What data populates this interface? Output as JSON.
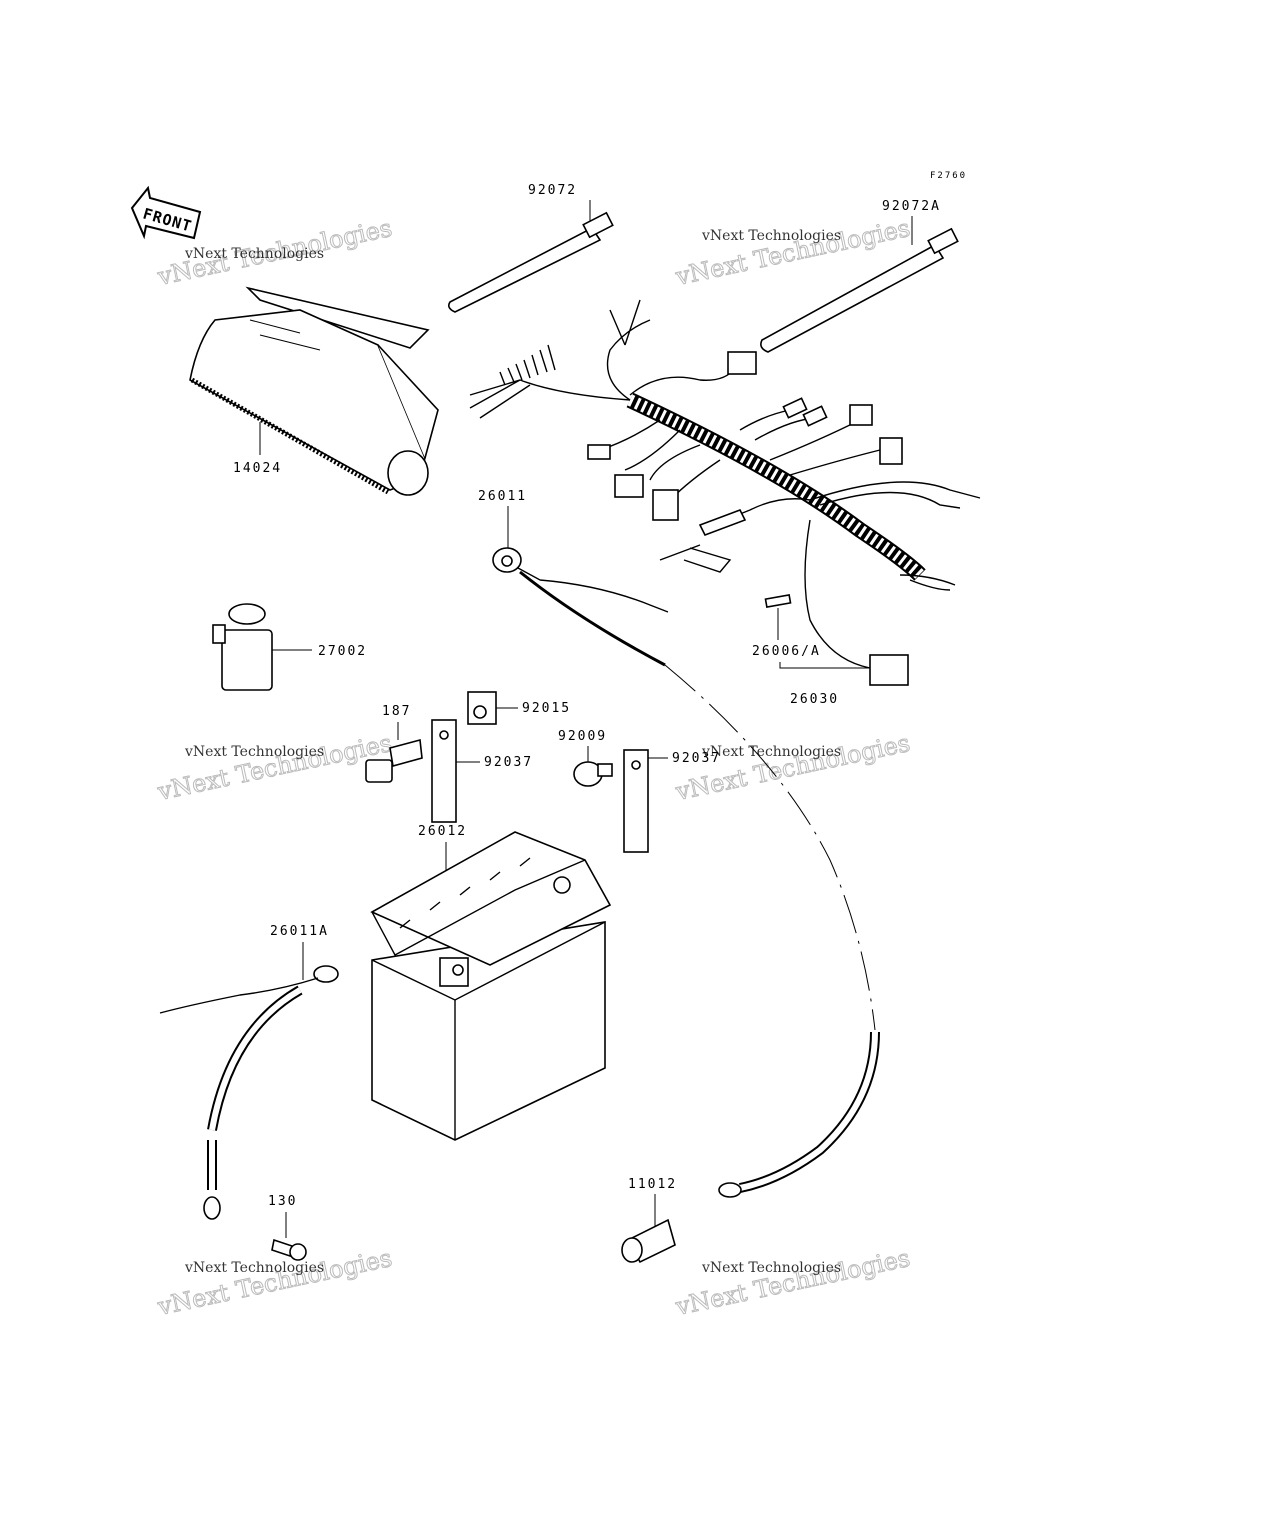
{
  "figure_code": "F2760",
  "front_arrow_label": "FRONT",
  "watermark": {
    "line1": "vNext Technologies",
    "line2": "vNext Technologies"
  },
  "parts": {
    "p92072": "92072",
    "p92072A": "92072A",
    "p14024": "14024",
    "p26011": "26011",
    "p27002": "27002",
    "p26006A": "26006/A",
    "p26030": "26030",
    "p187": "187",
    "p92015": "92015",
    "p92037a": "92037",
    "p92009": "92009",
    "p92037b": "92037",
    "p26012": "26012",
    "p26011A": "26011A",
    "p130": "130",
    "p11012": "11012"
  }
}
